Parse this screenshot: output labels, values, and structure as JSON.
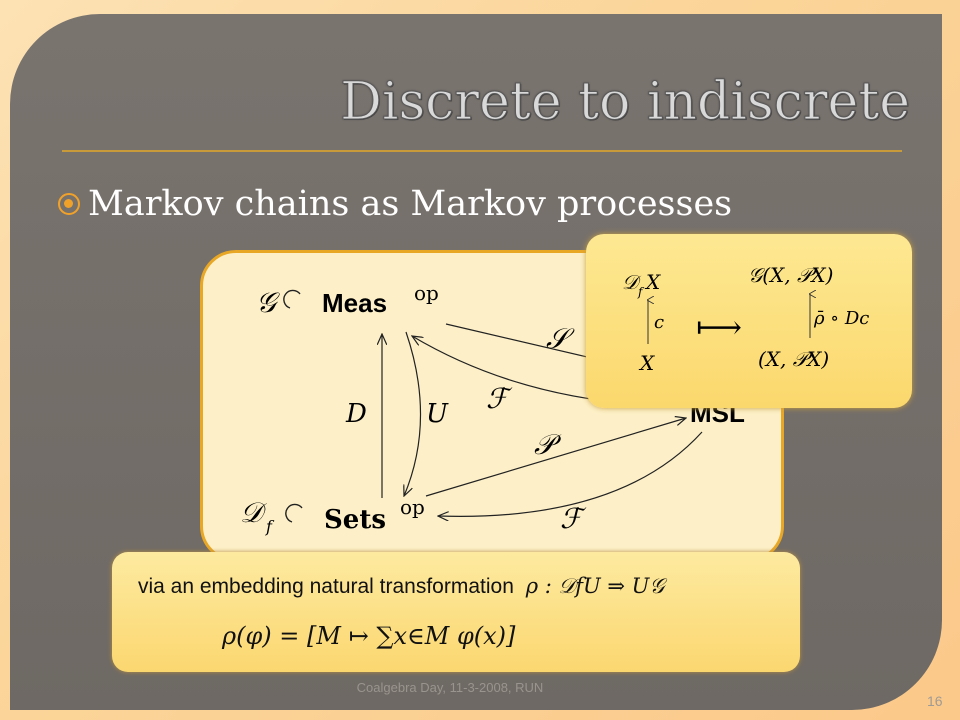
{
  "slide": {
    "title": "Discrete to indiscrete",
    "bullet": "Markov chains as Markov processes",
    "footer": "Coalgebra Day, 11-3-2008, RUN",
    "page_number": "16"
  },
  "diagram": {
    "top_left_functor": "𝒢",
    "top_left_category": "Meas",
    "top_left_superscript": "op",
    "bottom_left_functor": "𝒟",
    "bottom_left_functor_subscript": "f",
    "bottom_left_category": "Sets",
    "bottom_left_superscript": "op",
    "right_category": "MSL",
    "arrow_labels": {
      "D": "D",
      "U": "U",
      "S": "𝒮",
      "F_upper": "ℱ",
      "P": "𝒫",
      "F_lower": "ℱ"
    }
  },
  "mapping": {
    "left_top": "𝒟",
    "left_top_sub": "f",
    "left_top_arg": "X",
    "left_arrow": "c",
    "left_bottom": "X",
    "maps_to": "⟼",
    "right_top": "𝒢(X, 𝒫X)",
    "right_arrow": "ρ̄ ∘ Dc",
    "right_bottom": "(X, 𝒫X)"
  },
  "caption": {
    "text": "via an embedding natural transformation",
    "rho_type": "ρ : 𝒟fU ⇒ U𝒢",
    "formula": "ρ(φ) = [M ↦ ∑x∈M φ(x)]"
  }
}
